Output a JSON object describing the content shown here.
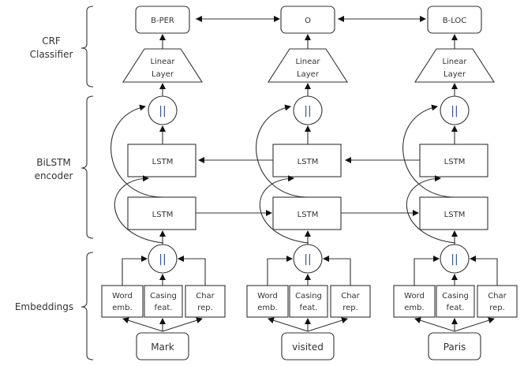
{
  "sections": [
    {
      "key": "crf",
      "lines": [
        "CRF",
        "Classifier"
      ]
    },
    {
      "key": "bilstm",
      "lines": [
        "BiLSTM",
        "encoder"
      ]
    },
    {
      "key": "emb",
      "lines": [
        "Embeddings"
      ]
    }
  ],
  "columns": [
    {
      "tag": "B-PER",
      "word": "Mark"
    },
    {
      "tag": "O",
      "word": "visited"
    },
    {
      "tag": "B-LOC",
      "word": "Paris"
    }
  ],
  "linear_layer": [
    "Linear",
    "Layer"
  ],
  "lstm_label": "LSTM",
  "concat_symbol": "||",
  "embedding_boxes": [
    [
      "Word",
      "emb."
    ],
    [
      "Casing",
      "feat."
    ],
    [
      "Char",
      "rep."
    ]
  ]
}
